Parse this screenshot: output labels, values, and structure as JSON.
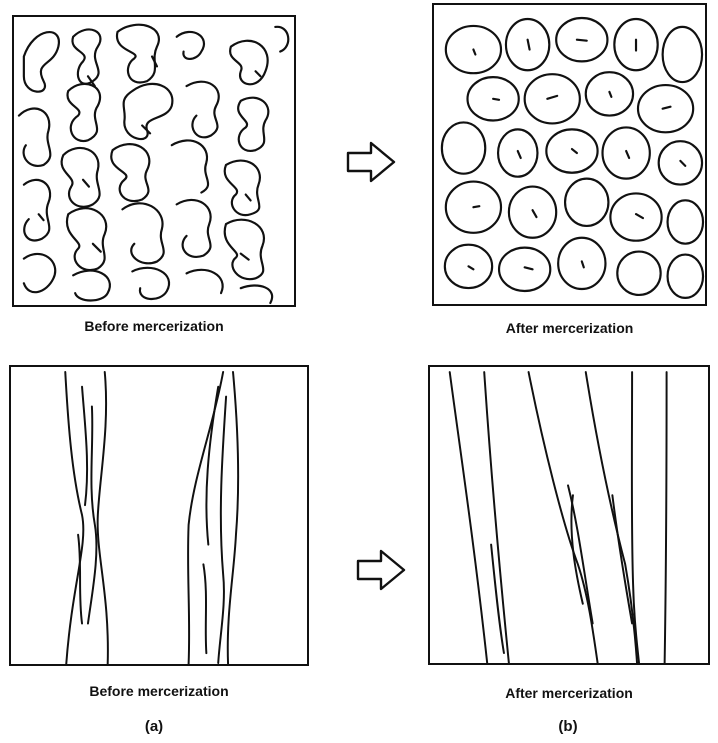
{
  "top_row": {
    "left_caption": "Before mercerization",
    "right_caption": "After mercerization"
  },
  "bottom_row": {
    "left_caption": "Before mercerization",
    "right_caption": "After mercerization"
  },
  "labels": {
    "a": "(a)",
    "b": "(b)"
  },
  "colors": {
    "ink": "#111111",
    "background": "#ffffff"
  },
  "icons": [
    "arrow-right-outline-icon"
  ]
}
